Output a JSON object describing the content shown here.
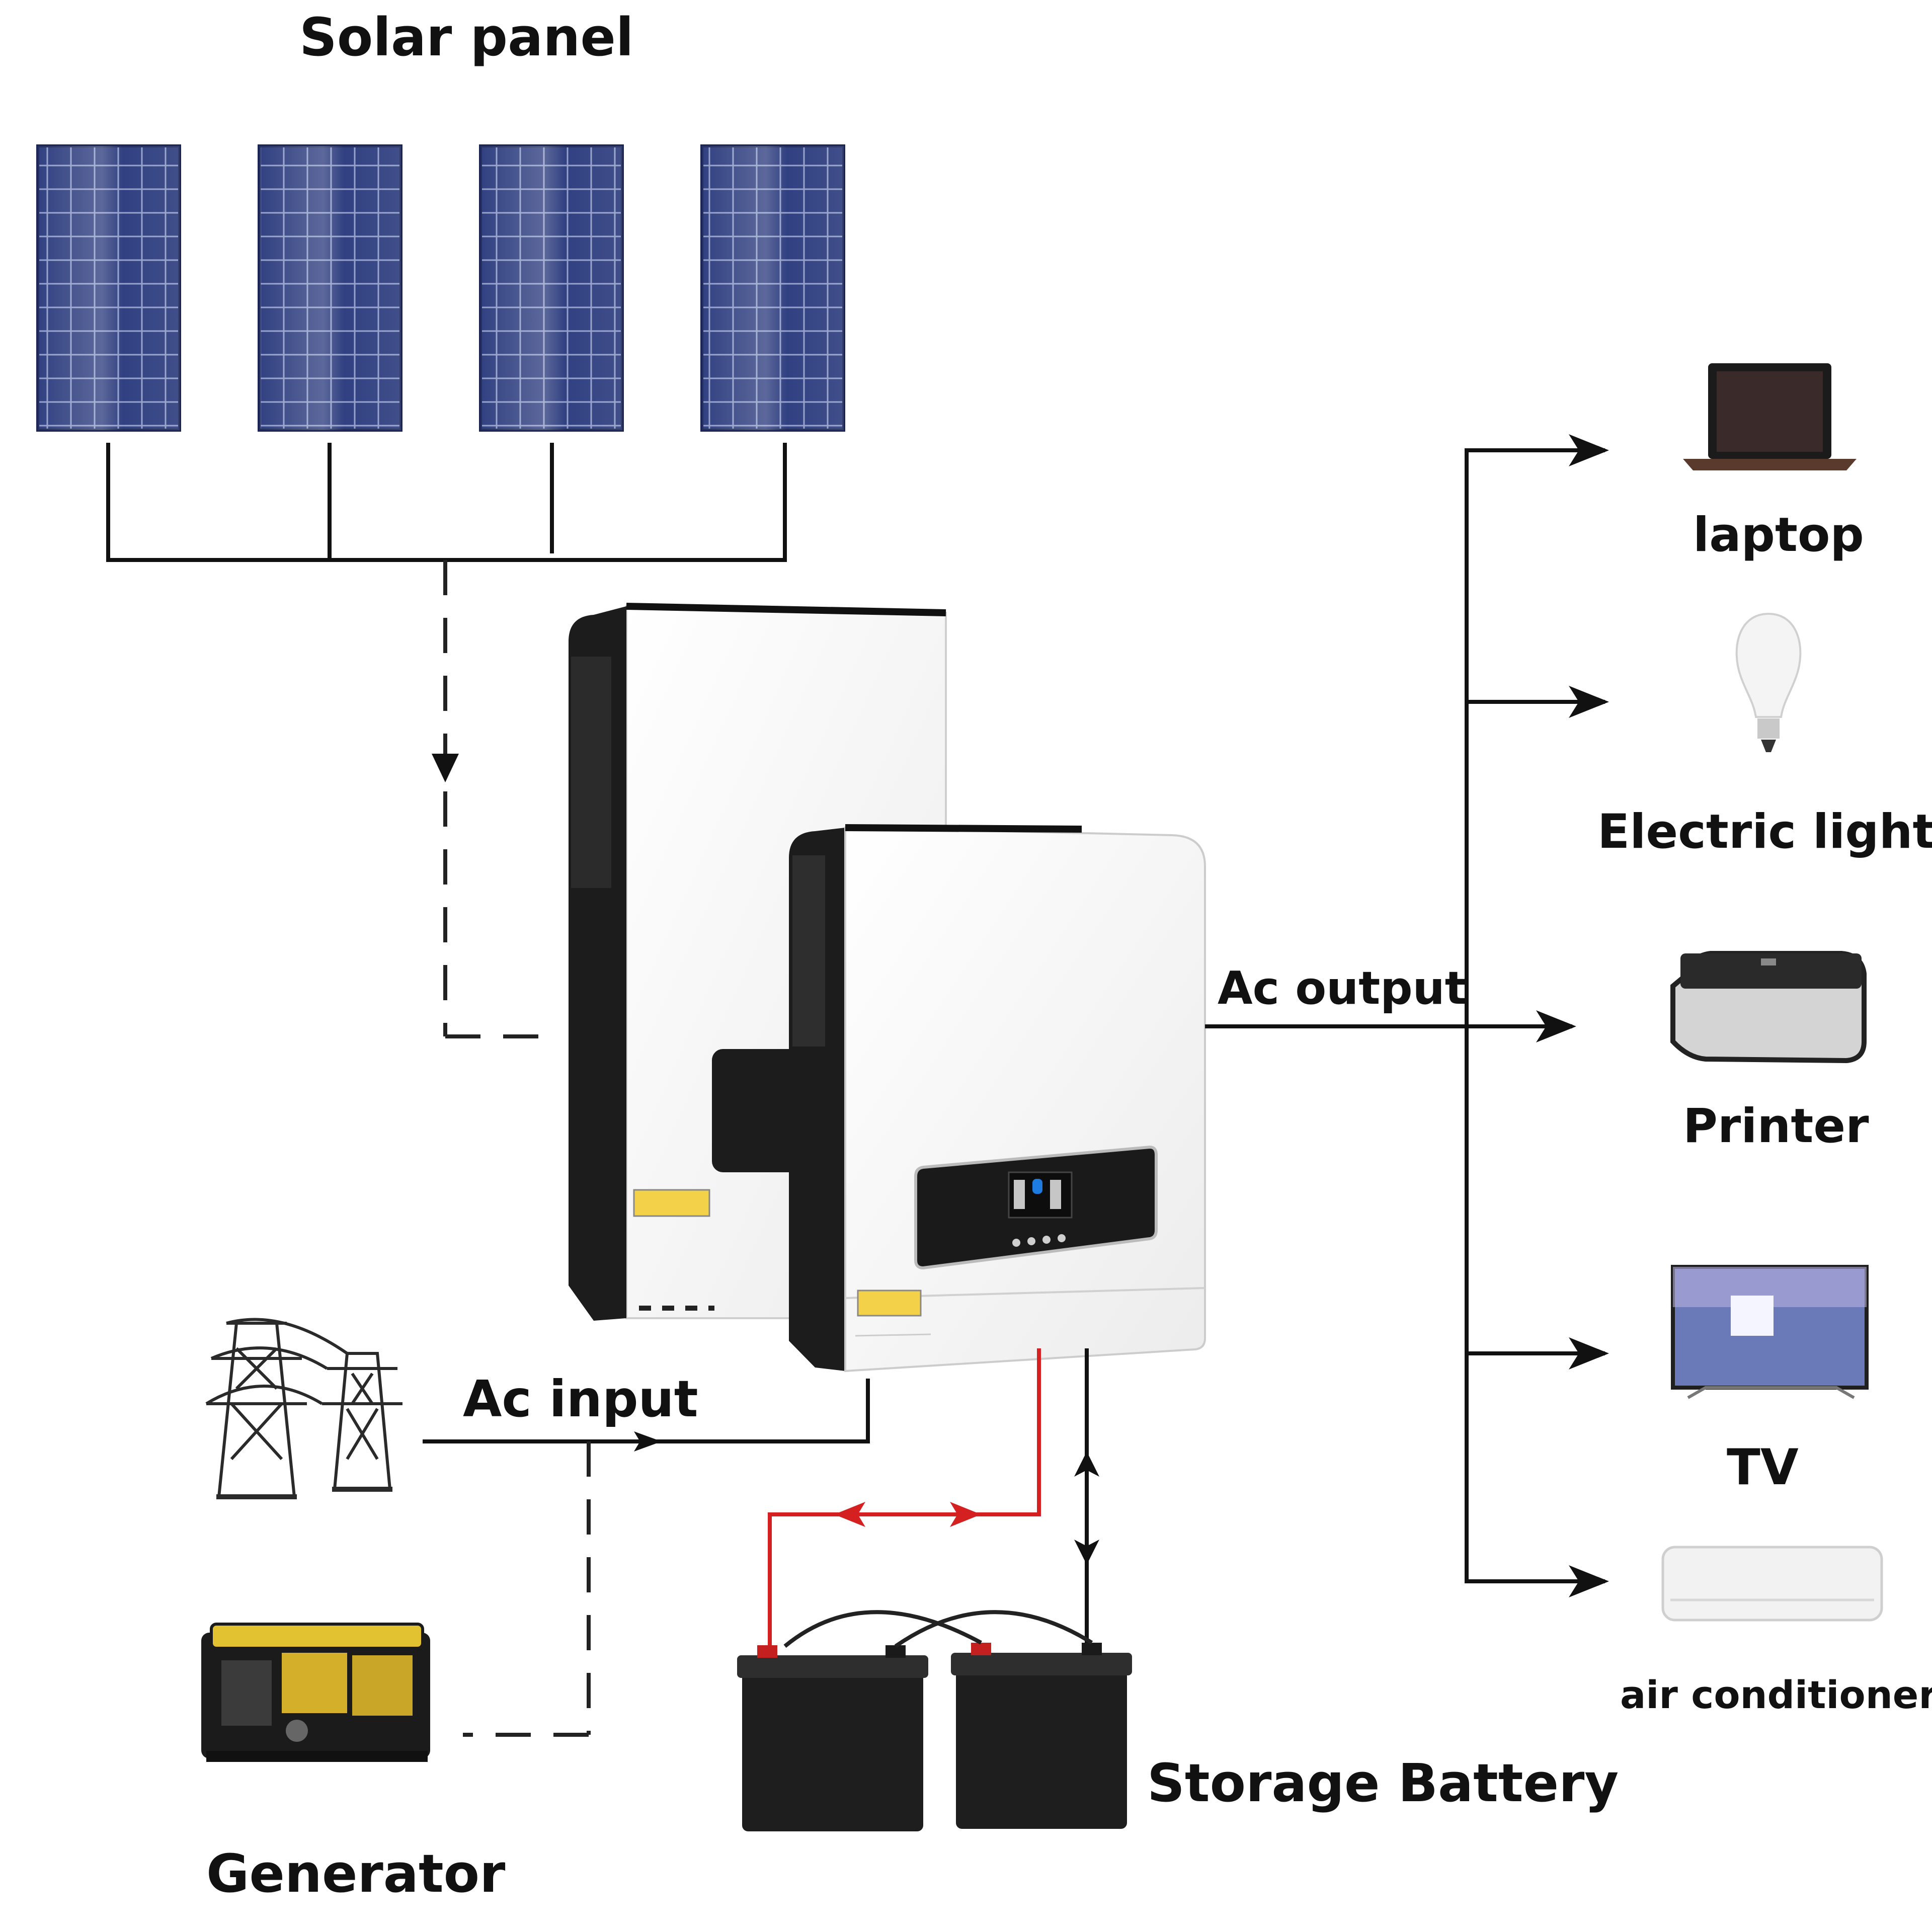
{
  "labels": {
    "solar_panel": "Solar panel",
    "ac_output": "Ac output",
    "ac_input": "Ac input",
    "laptop": "laptop",
    "electric_light": "Electric light",
    "printer": "Printer",
    "tv": "TV",
    "air_conditioner": "air conditioner",
    "storage_battery": "Storage Battery",
    "generator": "Generator"
  },
  "colors": {
    "line": "#111111",
    "battery_positive": "#d42020",
    "panel_cell": "#2a3a7a",
    "inverter_body": "#ffffff",
    "inverter_side": "#1c1c1c"
  }
}
